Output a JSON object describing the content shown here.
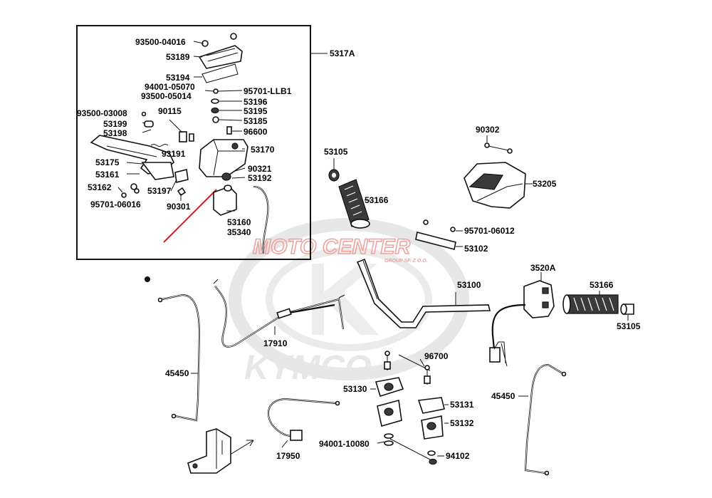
{
  "watermark": {
    "brand_text": "MOTO CENTER",
    "brand_sub": "GROUP SP. Z O.O.",
    "logo_text": "KYMCO",
    "brand_color": "#e05a52",
    "logo_color": "#d9d9d9"
  },
  "detail_box": {
    "assembly_label": "5317A",
    "parts": [
      "93500-04016",
      "53189",
      "53194",
      "94001-05070",
      "93500-05014",
      "95701-LLB1",
      "93500-03008",
      "90115",
      "53196",
      "53195",
      "53199",
      "53185",
      "53198",
      "96600",
      "93191",
      "53170",
      "53175",
      "90321",
      "53161",
      "53192",
      "53162",
      "53197",
      "95701-06016",
      "90301",
      "53160",
      "35340"
    ]
  },
  "labels": {
    "grip_end_left": "53105",
    "grip_left": "53166",
    "bolt_top": "90302",
    "cover": "53205",
    "bolt_bracket": "95701-06012",
    "bracket": "53102",
    "handlebar": "53100",
    "switch": "3520A",
    "grip_right": "53166",
    "grip_end_right": "53105",
    "throttle_cable": "17910",
    "brake_cable_left": "45450",
    "bolts_holder": "96700",
    "holder_upper_left": "53130",
    "holder_upper_right": "53131",
    "holder_lower": "53132",
    "washer": "94001-10080",
    "nut": "94102",
    "brake_cable_right": "45450",
    "cable_17950": "17950"
  }
}
